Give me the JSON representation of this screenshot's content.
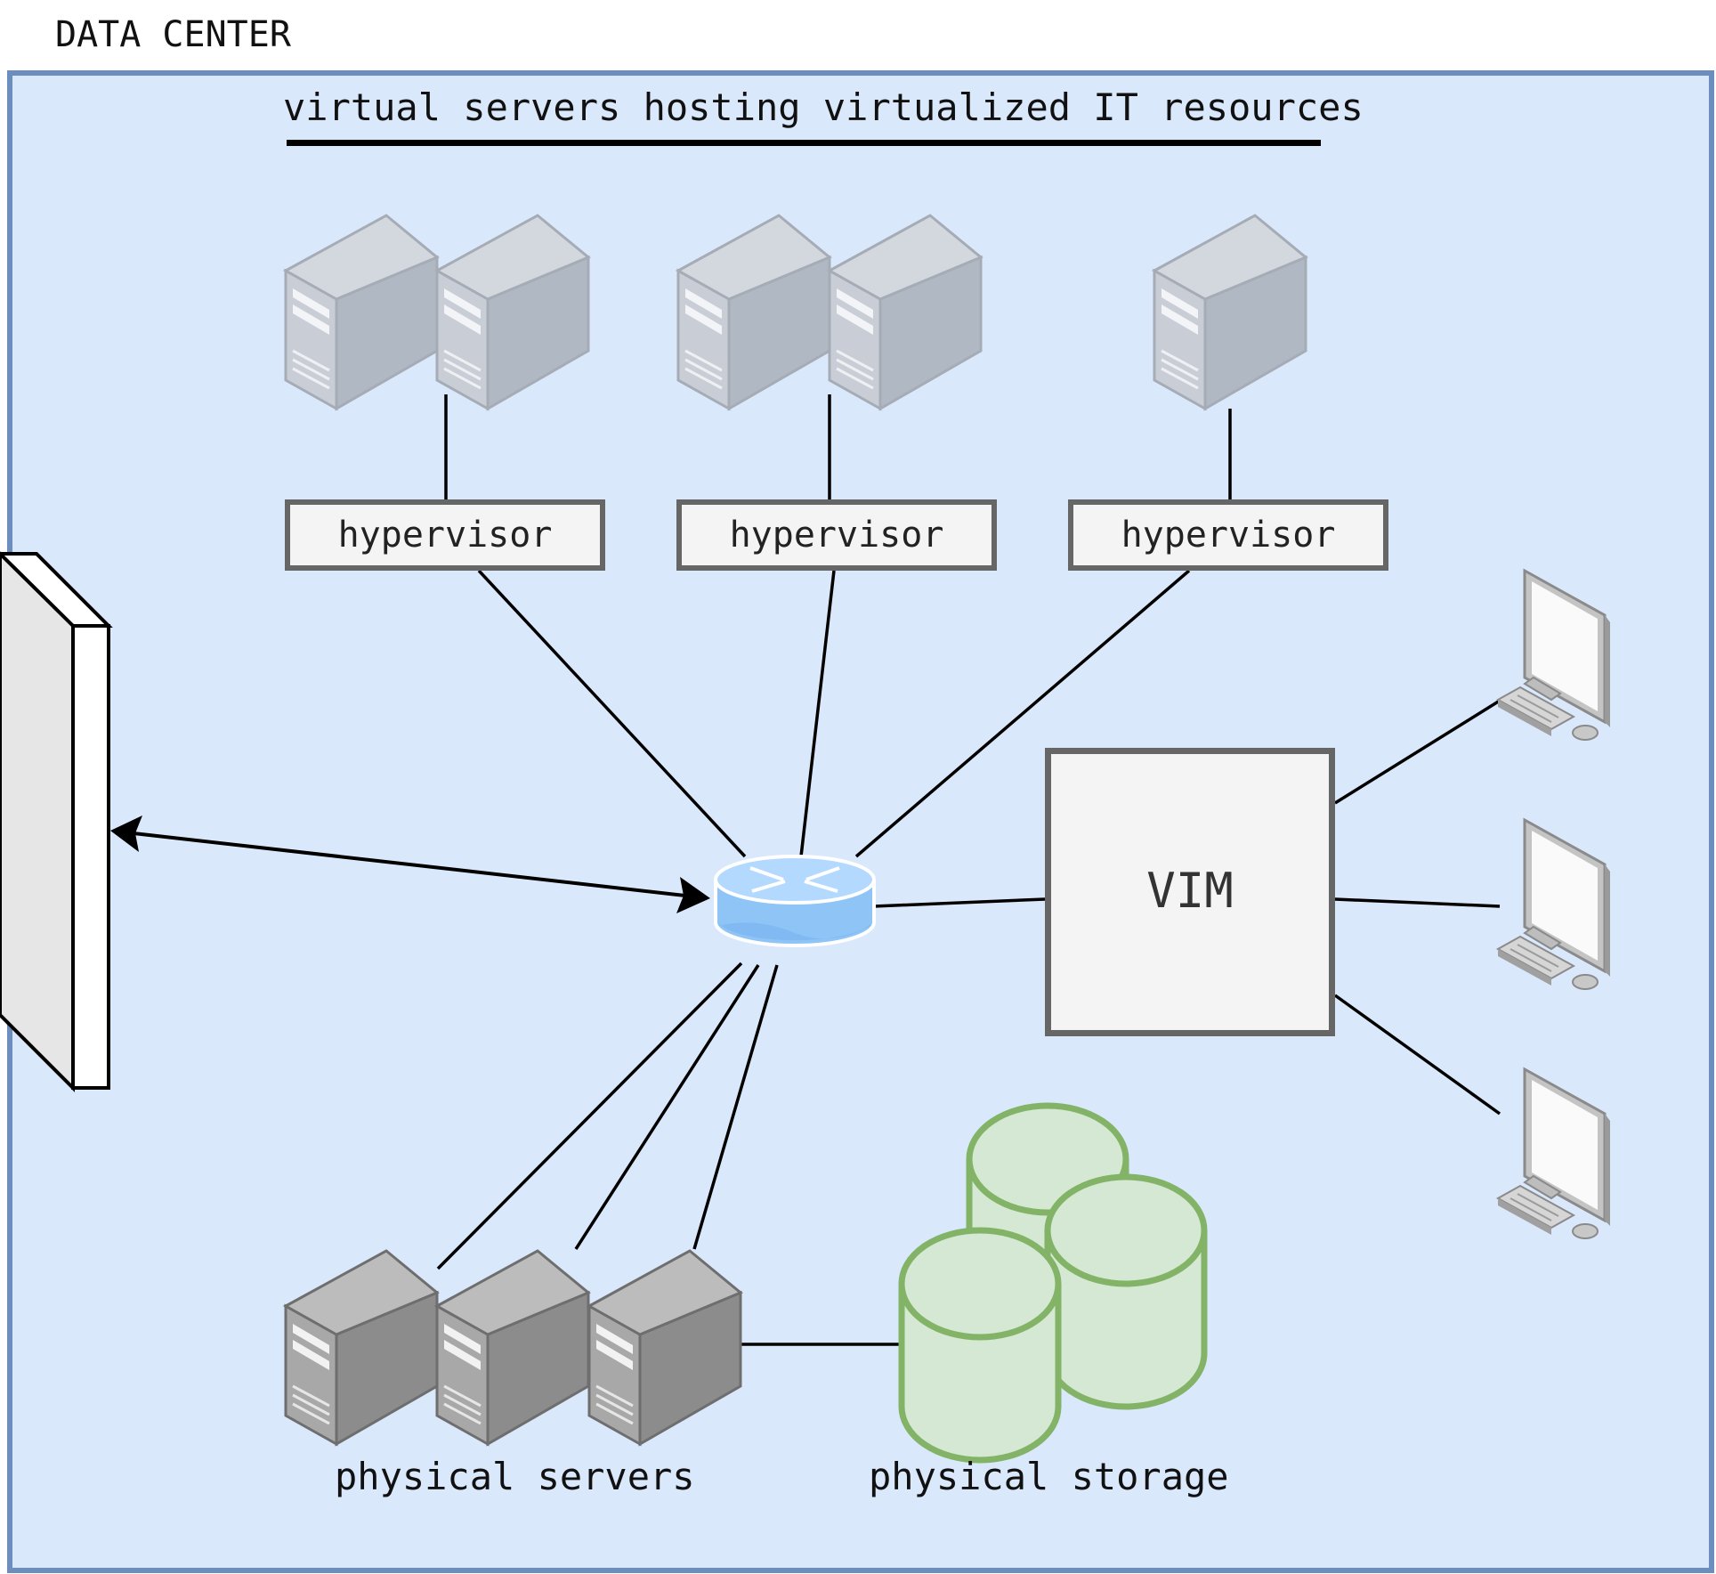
{
  "diagram": {
    "data_center_label": "DATA CENTER",
    "virtual_servers_title": "virtual servers hosting virtualized IT resources",
    "hypervisors": [
      "hypervisor",
      "hypervisor",
      "hypervisor"
    ],
    "vim_label": "VIM",
    "physical_servers_label": "physical servers",
    "physical_storage_label": "physical storage"
  },
  "colors": {
    "data_center_fill": "#dae8fc",
    "data_center_border": "#6c8ebf",
    "hypervisor_fill": "#f4f4f4",
    "box_border": "#666666",
    "storage_fill": "#d5e8d4",
    "storage_border": "#82b366",
    "router_fill": "#99ccff",
    "virtual_server_gray": "#b0b8c4",
    "physical_server_gray": "#8c8c8c"
  },
  "icons": [
    "virtual-server-icon",
    "physical-server-icon",
    "router-icon",
    "storage-cylinder-icon",
    "workstation-icon",
    "external-wall-icon"
  ]
}
